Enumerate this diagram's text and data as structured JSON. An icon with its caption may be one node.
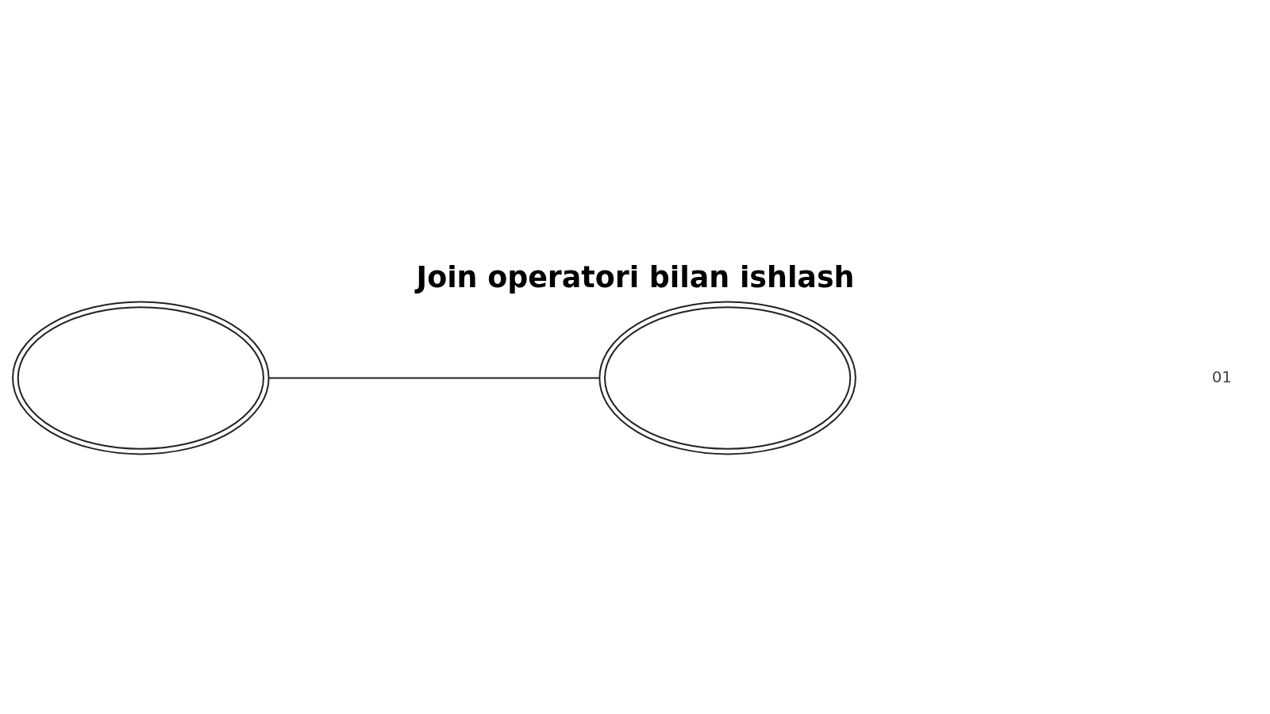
{
  "diagram": {
    "title": "Join operatori bilan ishlash",
    "nodes": [
      {
        "text": [],
        "shape": "ellipse"
      },
      {
        "text": [],
        "shape": "ellipse"
      }
    ],
    "edges": [
      {
        "from": 0,
        "to": 1,
        "arrow": "none"
      }
    ],
    "labels": [
      "01"
    ]
  }
}
